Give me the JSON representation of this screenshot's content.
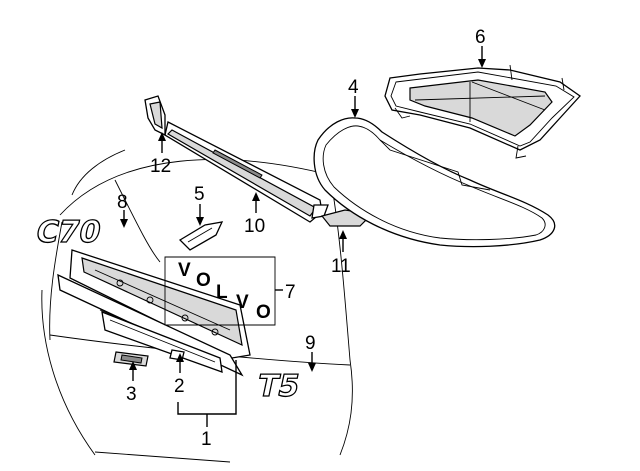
{
  "callouts": {
    "c1": "1",
    "c2": "2",
    "c3": "3",
    "c4": "4",
    "c5": "5",
    "c6": "6",
    "c7": "7",
    "c8": "8",
    "c9": "9",
    "c10": "10",
    "c11": "11",
    "c12": "12"
  },
  "badges": {
    "model": "C70",
    "engine": "T5",
    "letters": [
      "V",
      "O",
      "L",
      "V",
      "O"
    ]
  }
}
